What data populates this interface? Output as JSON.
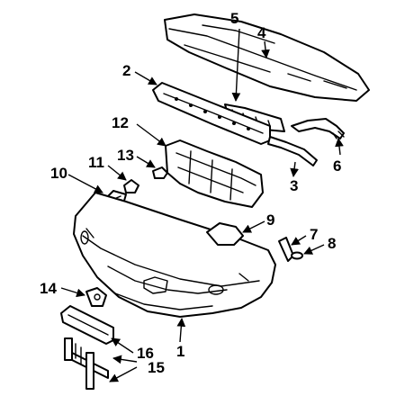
{
  "diagram": {
    "type": "exploded-parts-diagram",
    "colors": {
      "line": "#000000",
      "background": "#ffffff"
    },
    "parts": [
      {
        "id": "p1",
        "callout": "1"
      },
      {
        "id": "p2",
        "callout": "2"
      },
      {
        "id": "p3",
        "callout": "3"
      },
      {
        "id": "p4",
        "callout": "4"
      },
      {
        "id": "p5",
        "callout": "5"
      },
      {
        "id": "p6",
        "callout": "6"
      },
      {
        "id": "p7",
        "callout": "7"
      },
      {
        "id": "p8",
        "callout": "8"
      },
      {
        "id": "p9",
        "callout": "9"
      },
      {
        "id": "p10",
        "callout": "10"
      },
      {
        "id": "p11",
        "callout": "11"
      },
      {
        "id": "p12",
        "callout": "12"
      },
      {
        "id": "p13",
        "callout": "13"
      },
      {
        "id": "p14",
        "callout": "14"
      },
      {
        "id": "p15",
        "callout": "15"
      },
      {
        "id": "p16",
        "callout": "16"
      }
    ]
  }
}
